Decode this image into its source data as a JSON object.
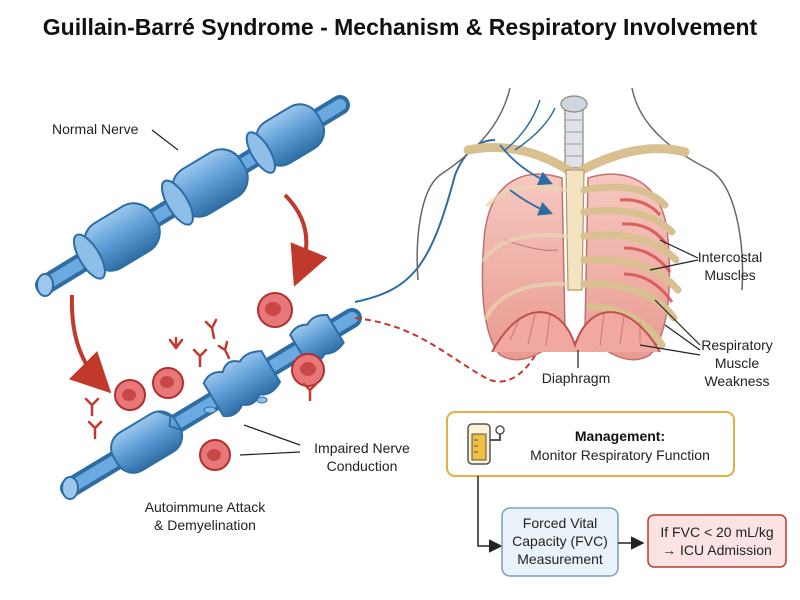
{
  "title": "Guillain-Barré Syndrome - Mechanism & Respiratory Involvement",
  "labels": {
    "normal_nerve": "Normal Nerve",
    "attack": [
      "Autoimmune Attack",
      "& Demyelination"
    ],
    "impaired": [
      "Impaired Nerve",
      "Conduction"
    ],
    "intercostal": [
      "Intercostal",
      "Muscles"
    ],
    "resp_weakness": [
      "Respiratory",
      "Muscle",
      "Weakness"
    ],
    "diaphragm": "Diaphragm"
  },
  "management": {
    "title": "Management:",
    "subtitle": "Monitor Respiratory Function",
    "fvc": [
      "Forced Vital",
      "Capacity (FVC)",
      "Measurement"
    ],
    "icu": [
      "If FVC < 20 mL/kg",
      "→ ICU Admission"
    ]
  },
  "colors": {
    "nerve": "#5b9bd5",
    "nerve_dark": "#2e6da4",
    "arrow_red": "#c0392b",
    "lung": "#f2b8b0",
    "bone": "#f3e3c0",
    "mgmt_border": "#e0b040",
    "fvc_fill": "#eaf2fa",
    "fvc_border": "#7a9cc0",
    "icu_fill": "#fbe3e3",
    "icu_border": "#c0392b"
  }
}
